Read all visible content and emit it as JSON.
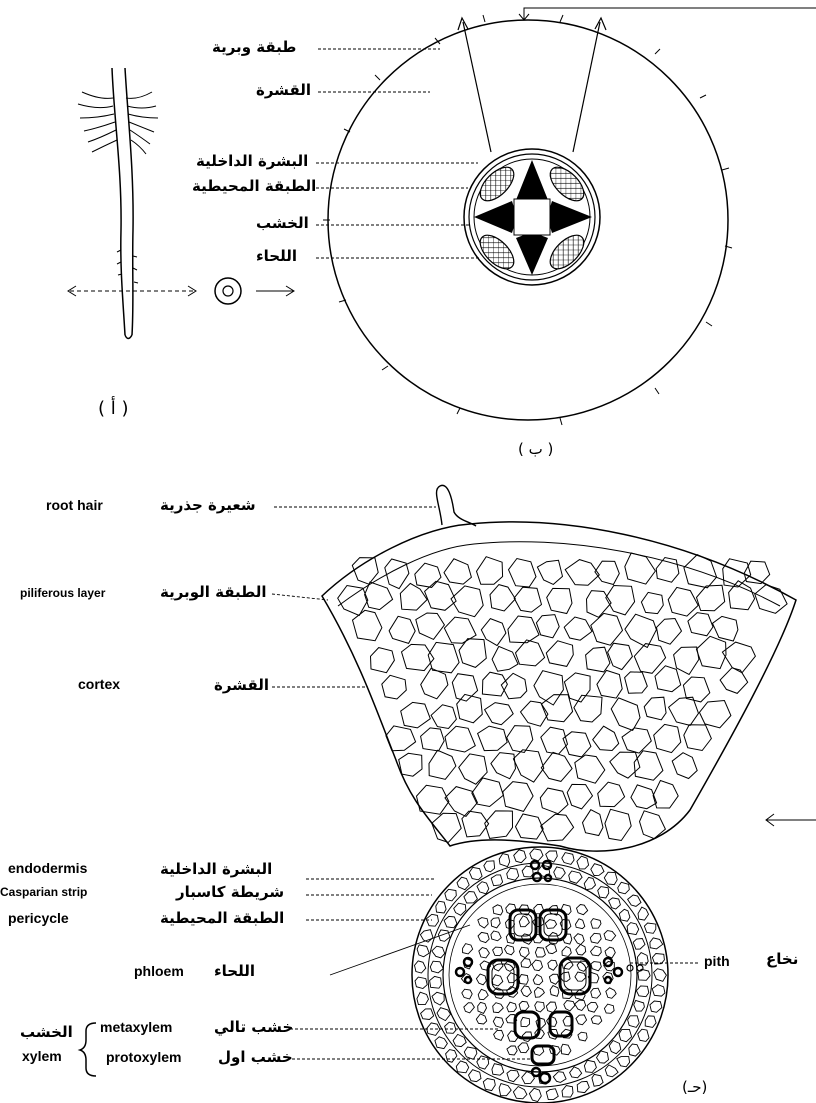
{
  "panel_a": {
    "caption": "( أ )"
  },
  "panel_b": {
    "caption": "( ب )",
    "labels": {
      "piliferous": "طبقة وبرية",
      "cortex": "القشرة",
      "endodermis": "البشرة الداخلية",
      "pericycle": "الطبقة المحيطية",
      "xylem": "الخشب",
      "phloem": "اللحاء"
    }
  },
  "panel_c": {
    "caption": "(حـ)",
    "labels": {
      "root_hair_en": "root hair",
      "root_hair_ar": "شعيرة جذرية",
      "piliferous_en": "piliferous layer",
      "piliferous_ar": "الطبقة الوبرية",
      "cortex_en": "cortex",
      "cortex_ar": "القشرة",
      "endodermis_en": "endodermis",
      "endodermis_ar": "البشرة الداخلية",
      "casparian_en": "Casparian strip",
      "casparian_ar": "شريطة كاسبار",
      "pericycle_en": "pericycle",
      "pericycle_ar": "الطبقة المحيطية",
      "phloem_en": "phloem",
      "phloem_ar": "اللحاء",
      "metaxylem_en": "metaxylem",
      "metaxylem_ar": "خشب تالي",
      "protoxylem_en": "protoxylem",
      "protoxylem_ar": "خشب اول",
      "xylem_group_ar": "الخشب",
      "xylem_group_en": "xylem",
      "pith_en": "pith",
      "pith_ar": "نخاع"
    }
  }
}
